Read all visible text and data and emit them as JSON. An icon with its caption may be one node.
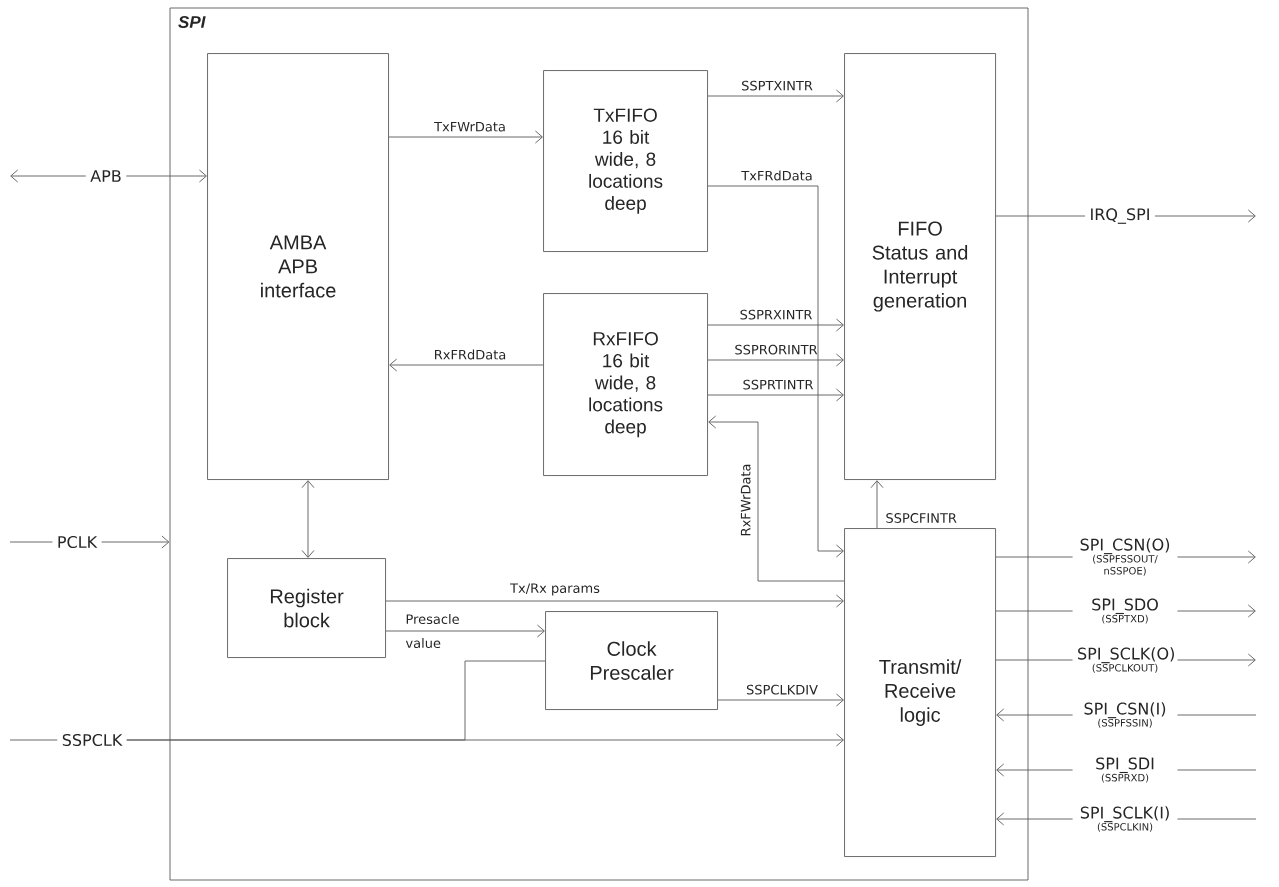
{
  "diagram": {
    "nodes": [
      {
        "text": [
          "SPI"
        ]
      },
      {
        "text": [
          "AMBA APB interface"
        ],
        "in": 0
      },
      {
        "text": [
          "TxFIFO 16 bit wide, 8 locations deep"
        ],
        "in": 0
      },
      {
        "text": [
          "RxFIFO 16 bit wide, 8 locations deep"
        ],
        "in": 0
      },
      {
        "text": [
          "FIFO Status and Interrupt generation"
        ],
        "in": 0
      },
      {
        "text": [
          "Register block"
        ],
        "in": 0
      },
      {
        "text": [
          "Clock Prescaler"
        ],
        "in": 0
      },
      {
        "text": [
          "Transmit/ Receive logic"
        ],
        "in": 0
      },
      {
        "text": [
          "APB"
        ]
      },
      {
        "text": [
          "PCLK"
        ]
      },
      {
        "text": [
          "SSPCLK"
        ]
      },
      {
        "text": [
          "IRQ_SPI"
        ]
      },
      {
        "text": [
          "SPI_CSN(O)",
          "(SSPFSSOUT/ nSSPOE)"
        ]
      },
      {
        "text": [
          "SPI_SDO",
          "(SSPTXD)"
        ]
      },
      {
        "text": [
          "SPI_SCLK(O)",
          "(SSPCLKOUT)"
        ]
      },
      {
        "text": [
          "SPI_CSN(I)",
          "(SSPFSSIN)"
        ]
      },
      {
        "text": [
          "SPI_SDI",
          "(SSPRXD)"
        ]
      },
      {
        "text": [
          "SPI_SCLK(I)",
          "(SSPCLKIN)"
        ]
      }
    ],
    "edges": [
      {
        "from": 8,
        "to": null,
        "arrow": "to"
      },
      {
        "from": 8,
        "to": 1,
        "arrow": "to"
      },
      {
        "from": null,
        "to": 9,
        "arrow": "none"
      },
      {
        "from": 9,
        "to": 0,
        "arrow": "to"
      },
      {
        "from": null,
        "to": 10,
        "arrow": "none"
      },
      {
        "from": 10,
        "to": 7,
        "arrow": "to"
      },
      {
        "from": 10,
        "to": 6,
        "arrow": "none"
      },
      {
        "from": 1,
        "to": 2,
        "arrow": "to",
        "label": "TxFWrData"
      },
      {
        "from": 3,
        "to": 1,
        "arrow": "to",
        "label": "RxFRdData"
      },
      {
        "from": 2,
        "to": 4,
        "arrow": "to",
        "label": "SSPTXINTR"
      },
      {
        "from": 2,
        "to": 7,
        "arrow": "to",
        "label": "TxFRdData"
      },
      {
        "from": 3,
        "to": 4,
        "arrow": "to",
        "label": "SSPRXINTR"
      },
      {
        "from": 3,
        "to": 4,
        "arrow": "to",
        "label": "SSPRORINTR"
      },
      {
        "from": 3,
        "to": 4,
        "arrow": "to",
        "label": "SSPRTINTR"
      },
      {
        "from": 7,
        "to": 3,
        "arrow": "to",
        "label": "RxFWrData"
      },
      {
        "from": 7,
        "to": 4,
        "arrow": "to",
        "label": "SSPCFINTR"
      },
      {
        "from": 1,
        "to": 5,
        "arrow": "both"
      },
      {
        "from": 5,
        "to": 7,
        "arrow": "to",
        "label": "Tx/Rx params"
      },
      {
        "from": 5,
        "to": 6,
        "arrow": "to",
        "label": "Presacle value"
      },
      {
        "from": 6,
        "to": 7,
        "arrow": "to",
        "label": "SSPCLKDIV"
      },
      {
        "from": 4,
        "to": 11,
        "arrow": "none"
      },
      {
        "from": 11,
        "to": null,
        "arrow": "to"
      },
      {
        "from": 7,
        "to": 12,
        "arrow": "none"
      },
      {
        "from": 12,
        "to": null,
        "arrow": "to"
      },
      {
        "from": 7,
        "to": 13,
        "arrow": "none"
      },
      {
        "from": 13,
        "to": null,
        "arrow": "to"
      },
      {
        "from": 7,
        "to": 14,
        "arrow": "none"
      },
      {
        "from": 14,
        "to": null,
        "arrow": "to"
      },
      {
        "from": null,
        "to": 15,
        "arrow": "none"
      },
      {
        "from": 15,
        "to": 7,
        "arrow": "to"
      },
      {
        "from": null,
        "to": 16,
        "arrow": "none"
      },
      {
        "from": 16,
        "to": 7,
        "arrow": "to"
      },
      {
        "from": null,
        "to": 17,
        "arrow": "none"
      },
      {
        "from": 17,
        "to": 7,
        "arrow": "to"
      }
    ]
  }
}
